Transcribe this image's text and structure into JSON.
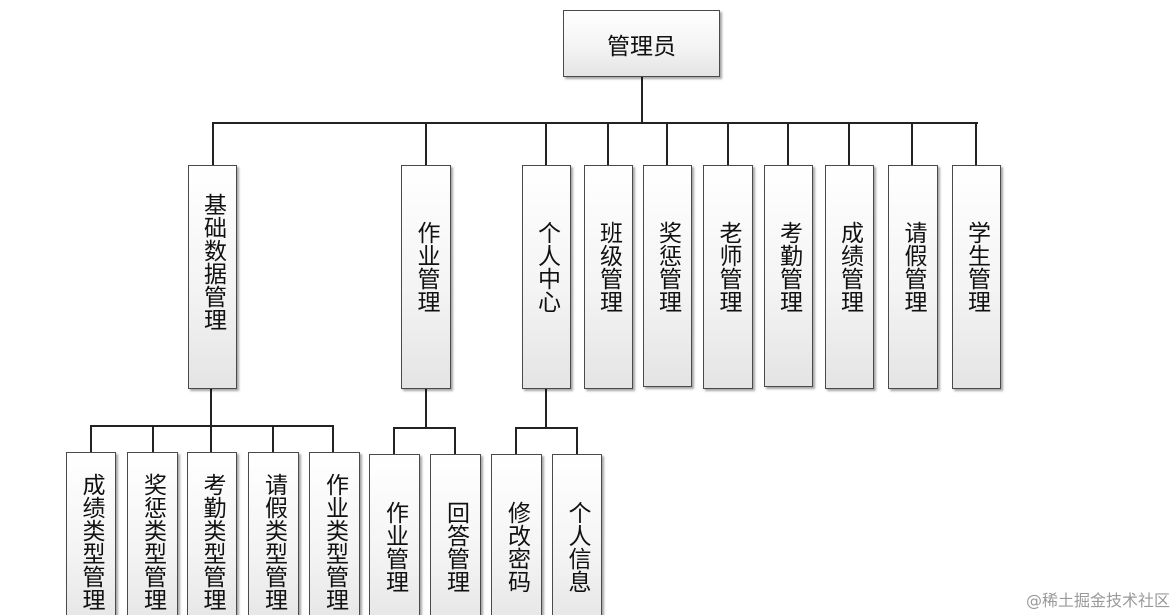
{
  "root": {
    "label": "管理员"
  },
  "level1": [
    {
      "label": "基础数据管理"
    },
    {
      "label": "作业管理"
    },
    {
      "label": "个人中心"
    },
    {
      "label": "班级管理"
    },
    {
      "label": "奖惩管理"
    },
    {
      "label": "老师管理"
    },
    {
      "label": "考勤管理"
    },
    {
      "label": "成绩管理"
    },
    {
      "label": "请假管理"
    },
    {
      "label": "学生管理"
    }
  ],
  "level2": [
    {
      "label": "成绩类型管理"
    },
    {
      "label": "奖惩类型管理"
    },
    {
      "label": "考勤类型管理"
    },
    {
      "label": "请假类型管理"
    },
    {
      "label": "作业类型管理"
    },
    {
      "label": "作业管理"
    },
    {
      "label": "回答管理"
    },
    {
      "label": "修改密码"
    },
    {
      "label": "个人信息"
    }
  ],
  "watermark": "@稀土掘金技术社区"
}
